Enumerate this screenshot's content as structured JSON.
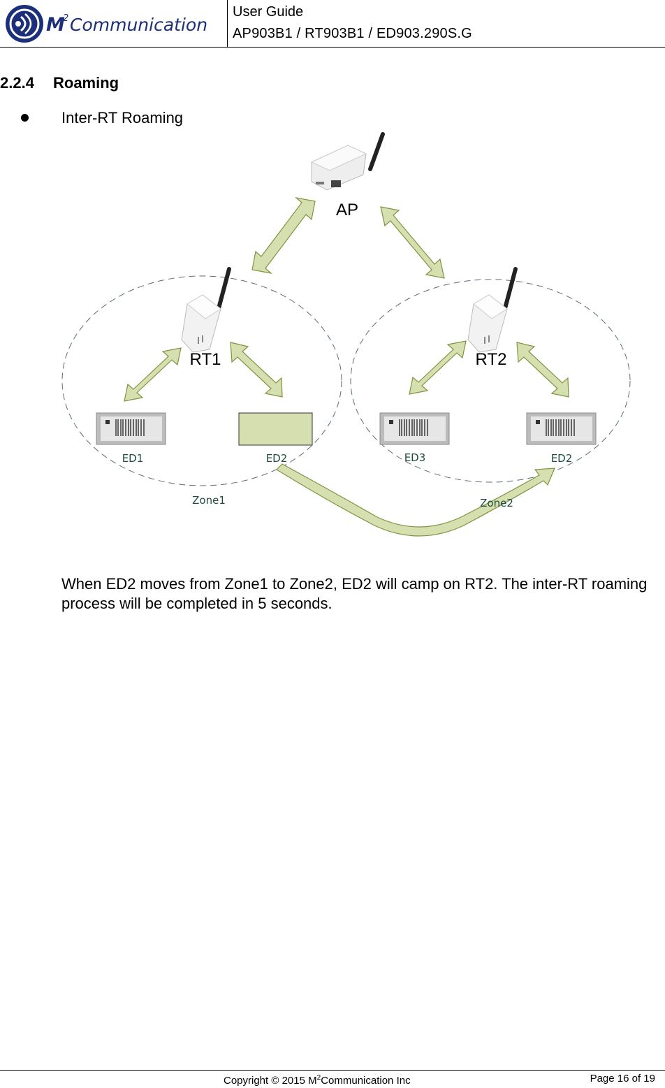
{
  "header": {
    "logo_text": "M²Communication",
    "doc_type": "User Guide",
    "doc_models": "AP903B1 / RT903B1 / ED903.290S.G"
  },
  "section": {
    "number": "2.2.4",
    "title": "Roaming"
  },
  "bullet": {
    "text": "Inter-RT Roaming"
  },
  "diagram": {
    "nodes": {
      "ap": "AP",
      "rt1": "RT1",
      "rt2": "RT2",
      "ed1": "ED1",
      "ed2_zone1": "ED2",
      "ed3": "ED3",
      "ed2_zone2": "ED2"
    },
    "zones": {
      "zone1": "Zone1",
      "zone2": "Zone2"
    },
    "colors": {
      "arrow_fill": "#d6dfaf",
      "arrow_stroke": "#7f9440",
      "zone_stroke": "#5a6b7a",
      "label_text": "#1f4e3d"
    }
  },
  "body": {
    "paragraph": "When ED2 moves from Zone1 to Zone2, ED2 will camp on RT2. The inter-RT roaming process will be completed in 5 seconds."
  },
  "footer": {
    "copyright_prefix": "Copyright © 2015 M",
    "copyright_sup": "2",
    "copyright_suffix": "Communication Inc",
    "page": "Page 16 of 19"
  }
}
